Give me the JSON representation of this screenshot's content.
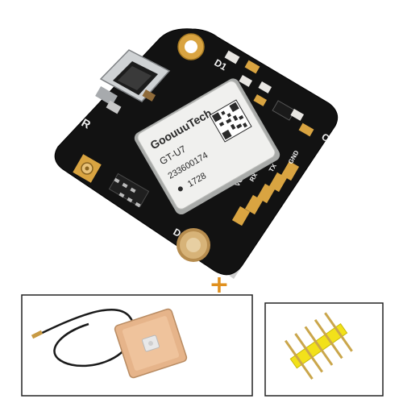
{
  "product": {
    "brand_text": "GoouuuTech",
    "model_text": "GT-U7",
    "serial_text": "233600174",
    "date_code_text": "1728"
  },
  "silkscreen": {
    "label_r": "R",
    "label_d1": "D1",
    "label_d2": "D2",
    "label_c": "C",
    "label_rx": "RX",
    "label_tx": "TX",
    "label_gnd": "GND",
    "label_vcc": "VCC"
  },
  "accessories": {
    "plus_symbol": "+"
  },
  "colors": {
    "pcb": "#111111",
    "gold": "#d9a441",
    "shield": "#f0f0ee",
    "antenna_patch": "#e6b48a",
    "header_pins": "#f2e11a",
    "plus": "#e0901e",
    "frame": "#222222"
  },
  "icons": {
    "qr": "qr-code-icon",
    "plus": "plus-icon"
  }
}
